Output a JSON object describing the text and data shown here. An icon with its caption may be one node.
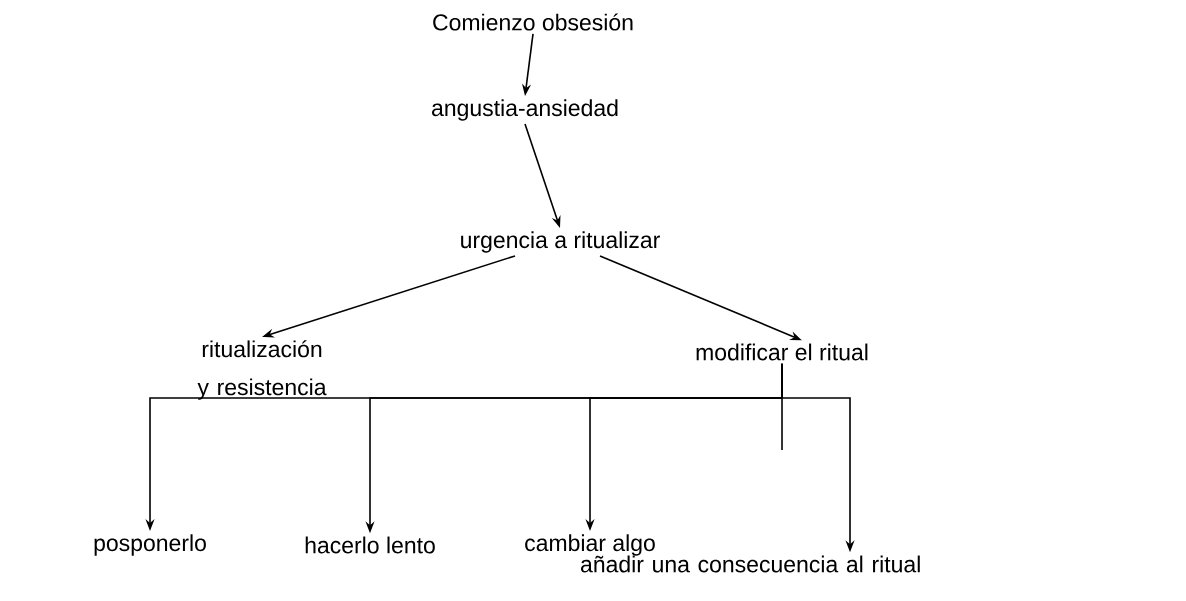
{
  "diagram": {
    "nodes": [
      {
        "text": [
          "Comienzo obsesión"
        ]
      },
      {
        "text": [
          "angustia-ansiedad"
        ]
      },
      {
        "text": [
          "urgencia a ritualizar"
        ]
      },
      {
        "text": [
          "ritualización y resistencia"
        ]
      },
      {
        "text": [
          "modificar el ritual"
        ]
      },
      {
        "text": [
          "posponerlo"
        ]
      },
      {
        "text": [
          "hacerlo lento"
        ]
      },
      {
        "text": [
          "cambiar algo"
        ]
      },
      {
        "text": [
          "añadir una consecuencia al ritual"
        ]
      }
    ],
    "edges": [
      {
        "from": 0,
        "to": 1,
        "arrow": "to"
      },
      {
        "from": 1,
        "to": 2,
        "arrow": "to"
      },
      {
        "from": 2,
        "to": 3,
        "arrow": "to"
      },
      {
        "from": 2,
        "to": 4,
        "arrow": "to"
      },
      {
        "from": 4,
        "to": 5,
        "arrow": "to"
      },
      {
        "from": 4,
        "to": 6,
        "arrow": "to"
      },
      {
        "from": 4,
        "to": 7,
        "arrow": "to"
      },
      {
        "from": 4,
        "to": 8,
        "arrow": "to"
      }
    ]
  }
}
